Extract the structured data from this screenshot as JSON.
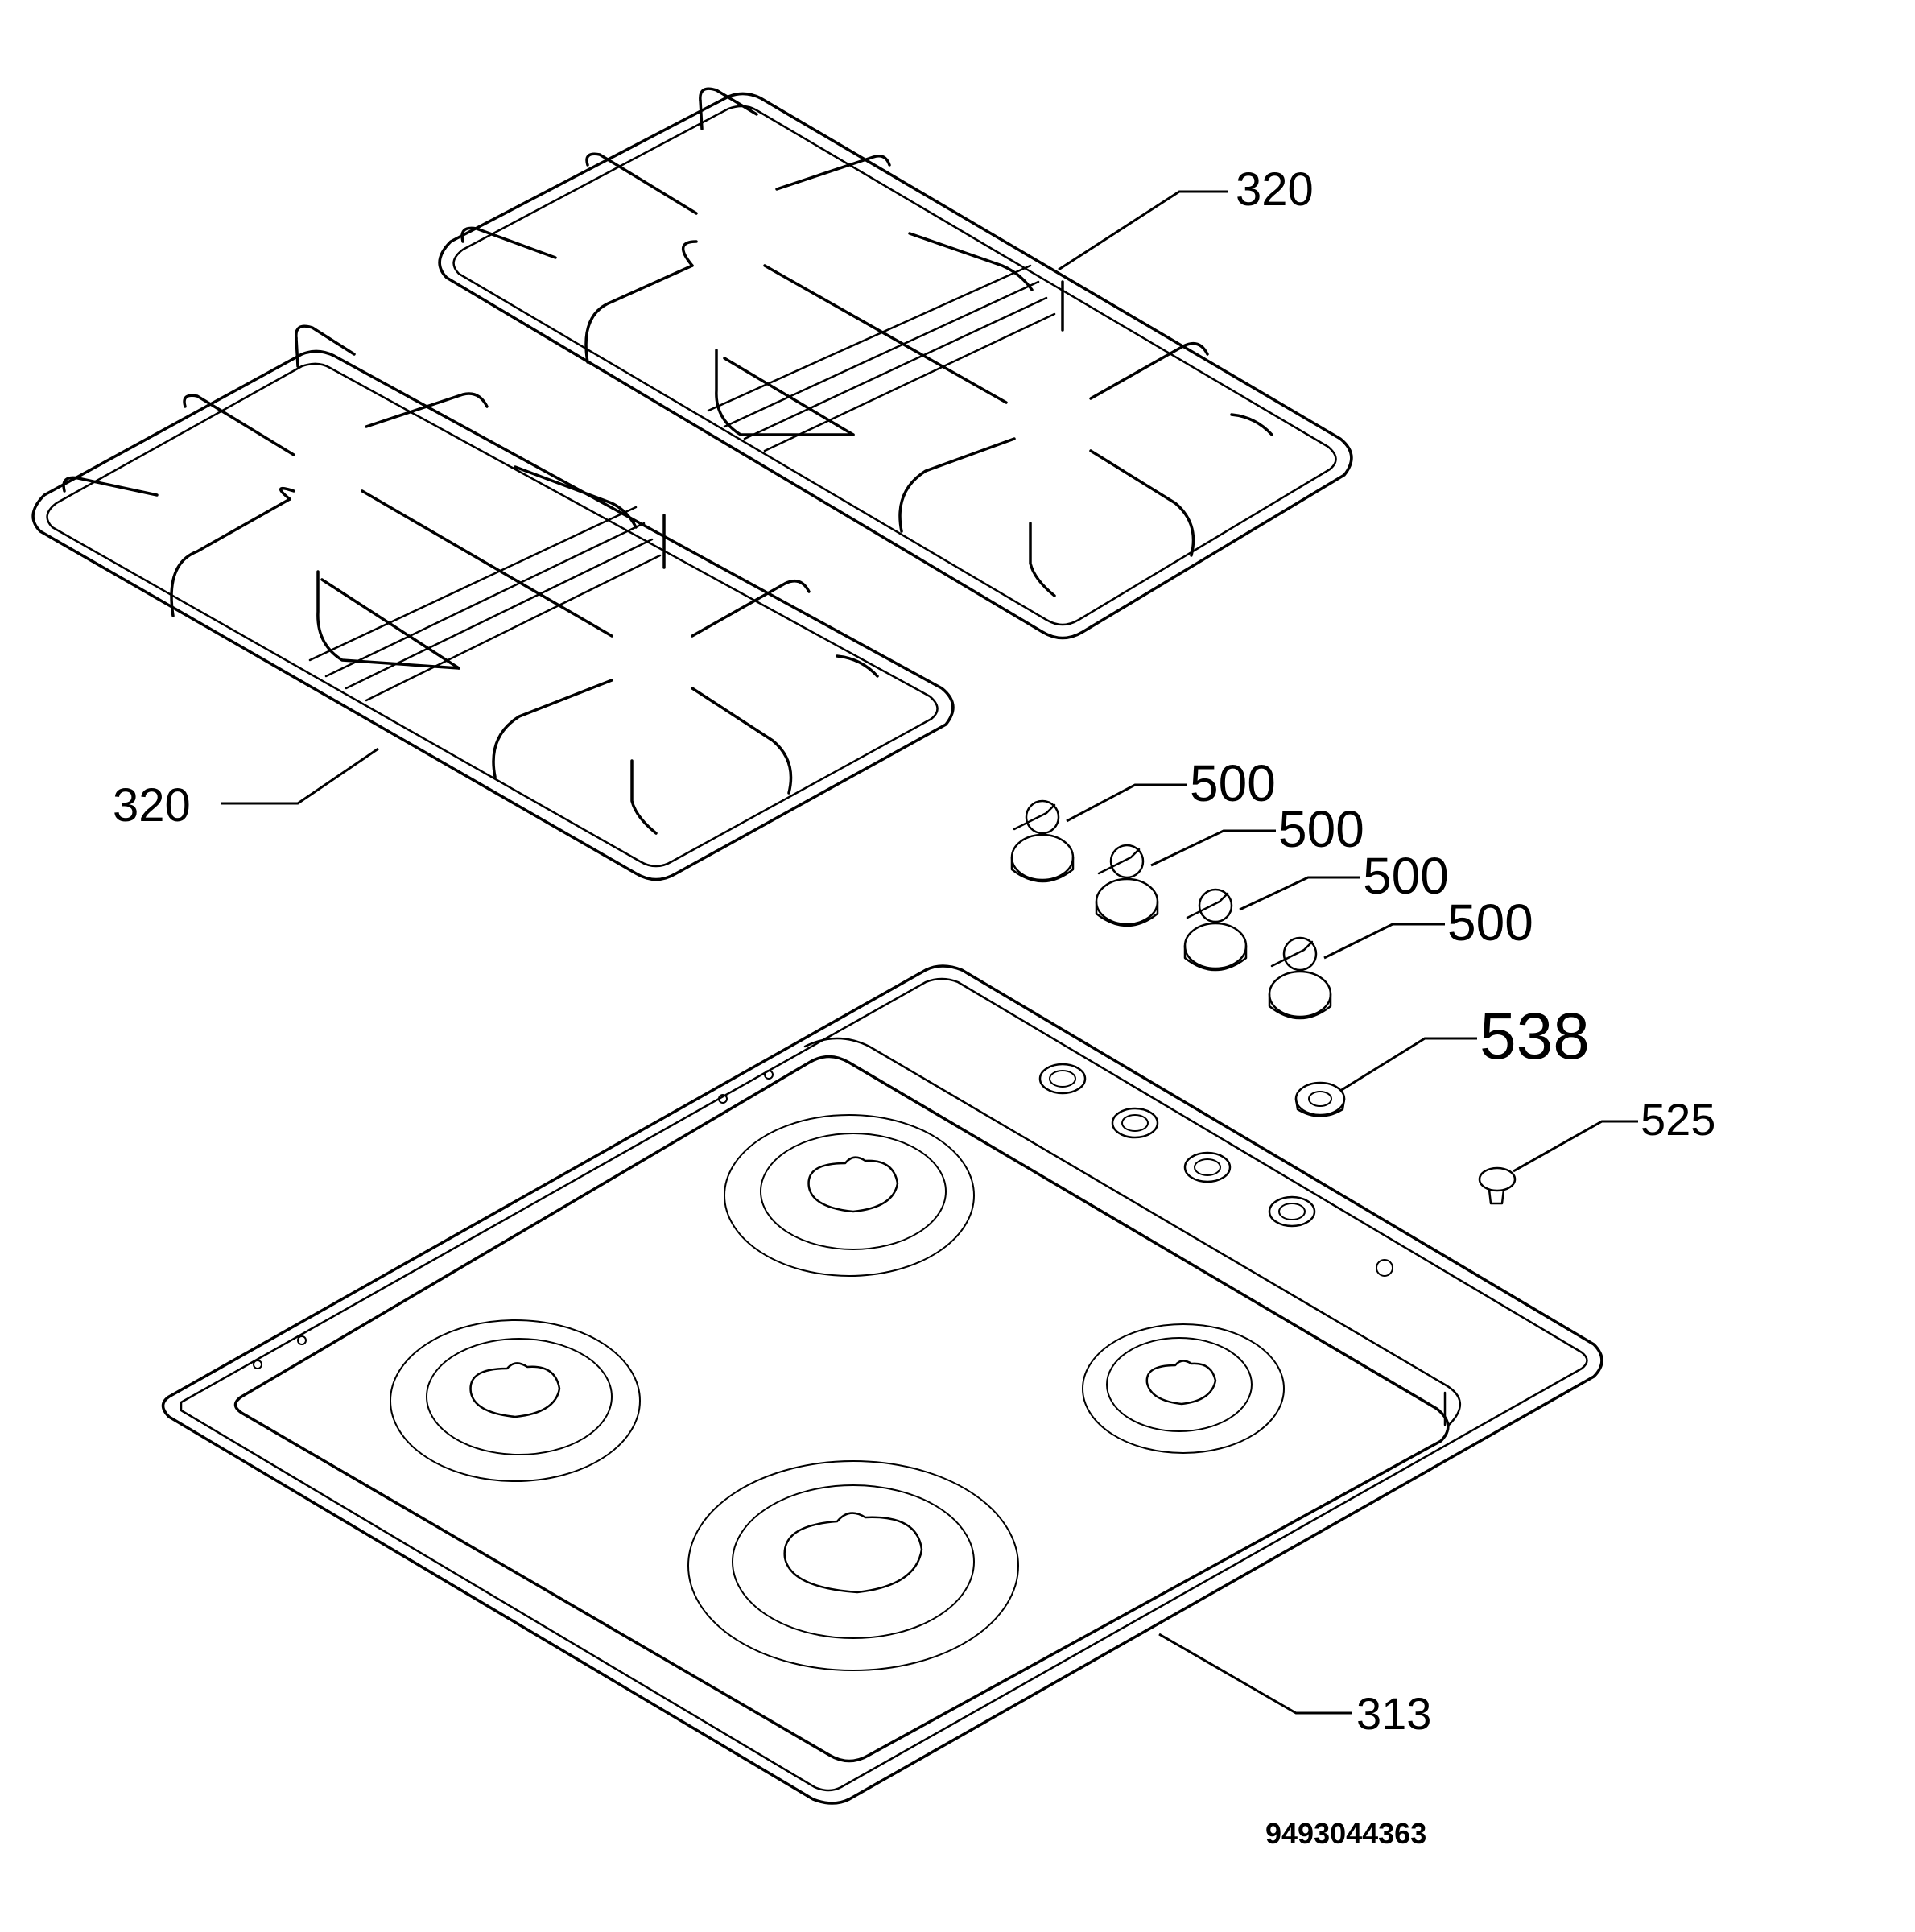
{
  "labels": {
    "grate_top": "320",
    "grate_left": "320",
    "knob_1": "500",
    "knob_2": "500",
    "knob_3": "500",
    "knob_4": "500",
    "part_538": "538",
    "part_525": "525",
    "hob": "313"
  },
  "document_number": "9493044363"
}
